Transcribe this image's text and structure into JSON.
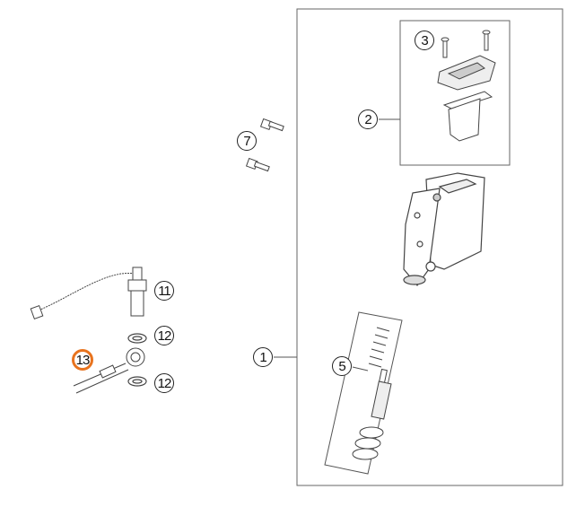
{
  "diagram": {
    "callouts": [
      {
        "id": "1",
        "label": "1"
      },
      {
        "id": "2",
        "label": "2"
      },
      {
        "id": "3",
        "label": "3"
      },
      {
        "id": "5",
        "label": "5"
      },
      {
        "id": "7",
        "label": "7"
      },
      {
        "id": "11",
        "label": "11"
      },
      {
        "id": "12a",
        "label": "12"
      },
      {
        "id": "12b",
        "label": "12"
      },
      {
        "id": "13",
        "label": "13"
      }
    ],
    "highlight_color": "#e8731e",
    "selected_callout": "13"
  }
}
